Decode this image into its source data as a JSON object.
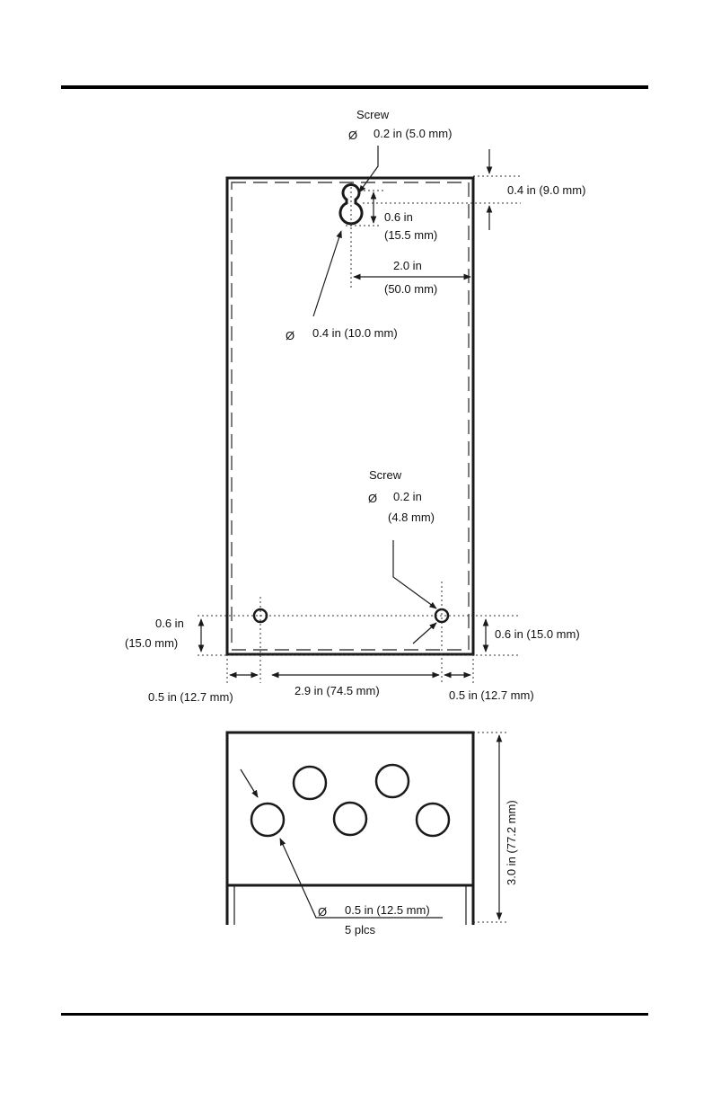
{
  "top_view": {
    "screw_top": {
      "label": "Screw",
      "dia_symbol": "Ø",
      "size": "0.2 in (5.0 mm)"
    },
    "top_offset": "0.4 in (9.0 mm)",
    "keyhole_length": {
      "line1": "0.6 in",
      "line2": "(15.5 mm)"
    },
    "keyhole_from_right": {
      "line1": "2.0 in",
      "line2": "(50.0 mm)"
    },
    "keyhole_dia": {
      "dia_symbol": "Ø",
      "size": "0.4 in (10.0 mm)"
    },
    "screw_bottom": {
      "label": "Screw",
      "dia_symbol": "Ø",
      "line1": "0.2 in",
      "line2": "(4.8 mm)"
    },
    "bottom_left_offset": {
      "line1": "0.6 in",
      "line2": "(15.0 mm)"
    },
    "bottom_right_offset": "0.6 in (15.0 mm)",
    "left_edge": "0.5 in (12.7 mm)",
    "hole_spacing": "2.9 in (74.5 mm)",
    "right_edge": "0.5 in (12.7 mm)"
  },
  "front_view": {
    "height": "3.0 in (77.2 mm)",
    "hole_dia": {
      "dia_symbol": "Ø",
      "size": "0.5 in (12.5  mm)"
    },
    "count": "5 plcs"
  }
}
